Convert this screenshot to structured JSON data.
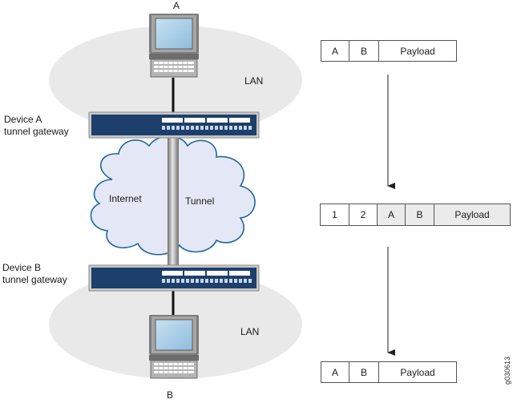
{
  "labels": {
    "host_a": "A",
    "host_b": "B",
    "lan_top": "LAN",
    "lan_bottom": "LAN",
    "device_a_line1": "Device A",
    "device_a_line2": "tunnel gateway",
    "device_b_line1": "Device B",
    "device_b_line2": "tunnel gateway",
    "internet": "Internet",
    "tunnel": "Tunnel",
    "figure_id": "g030613"
  },
  "packets": {
    "original": [
      "A",
      "B",
      "Payload"
    ],
    "encapsulated": [
      "1",
      "2",
      "A",
      "B",
      "Payload"
    ],
    "decapsulated": [
      "A",
      "B",
      "Payload"
    ]
  },
  "colors": {
    "lan_ellipse": "#e9e9e9",
    "cloud_fill": "#e4e8f6",
    "cloud_stroke": "#1e66a0",
    "device_blue": "#1d3f6c",
    "screen": "#a9cde6",
    "tunnel_grey": "#9a9a9a"
  }
}
